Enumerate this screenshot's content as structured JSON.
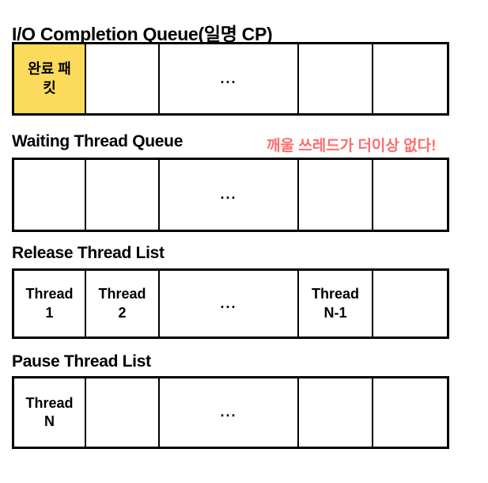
{
  "colors": {
    "highlight_yellow": "#FCDB5C",
    "annotation_red": "#FB6D6D",
    "border_black": "#000000",
    "background": "#FFFFFF"
  },
  "sections": [
    {
      "title": "I/O Completion Queue(일명 CP)",
      "annotation": "",
      "cells": [
        {
          "label": "완료 패킷",
          "highlighted": true
        },
        {
          "label": "",
          "highlighted": false
        },
        {
          "label": "...",
          "highlighted": false
        },
        {
          "label": "",
          "highlighted": false
        },
        {
          "label": "",
          "highlighted": false
        }
      ]
    },
    {
      "title": "Waiting Thread Queue",
      "annotation": "깨울 쓰레드가 더이상 없다!",
      "cells": [
        {
          "label": "",
          "highlighted": false
        },
        {
          "label": "",
          "highlighted": false
        },
        {
          "label": "...",
          "highlighted": false
        },
        {
          "label": "",
          "highlighted": false
        },
        {
          "label": "",
          "highlighted": false
        }
      ]
    },
    {
      "title": "Release Thread List",
      "annotation": "",
      "cells": [
        {
          "label": "Thread 1",
          "highlighted": false
        },
        {
          "label": "Thread 2",
          "highlighted": false
        },
        {
          "label": "...",
          "highlighted": false
        },
        {
          "label": "Thread N-1",
          "highlighted": false
        },
        {
          "label": "",
          "highlighted": false
        }
      ]
    },
    {
      "title": "Pause Thread List",
      "annotation": "",
      "cells": [
        {
          "label": "Thread N",
          "highlighted": false
        },
        {
          "label": "",
          "highlighted": false
        },
        {
          "label": "...",
          "highlighted": false
        },
        {
          "label": "",
          "highlighted": false
        },
        {
          "label": "",
          "highlighted": false
        }
      ]
    }
  ]
}
